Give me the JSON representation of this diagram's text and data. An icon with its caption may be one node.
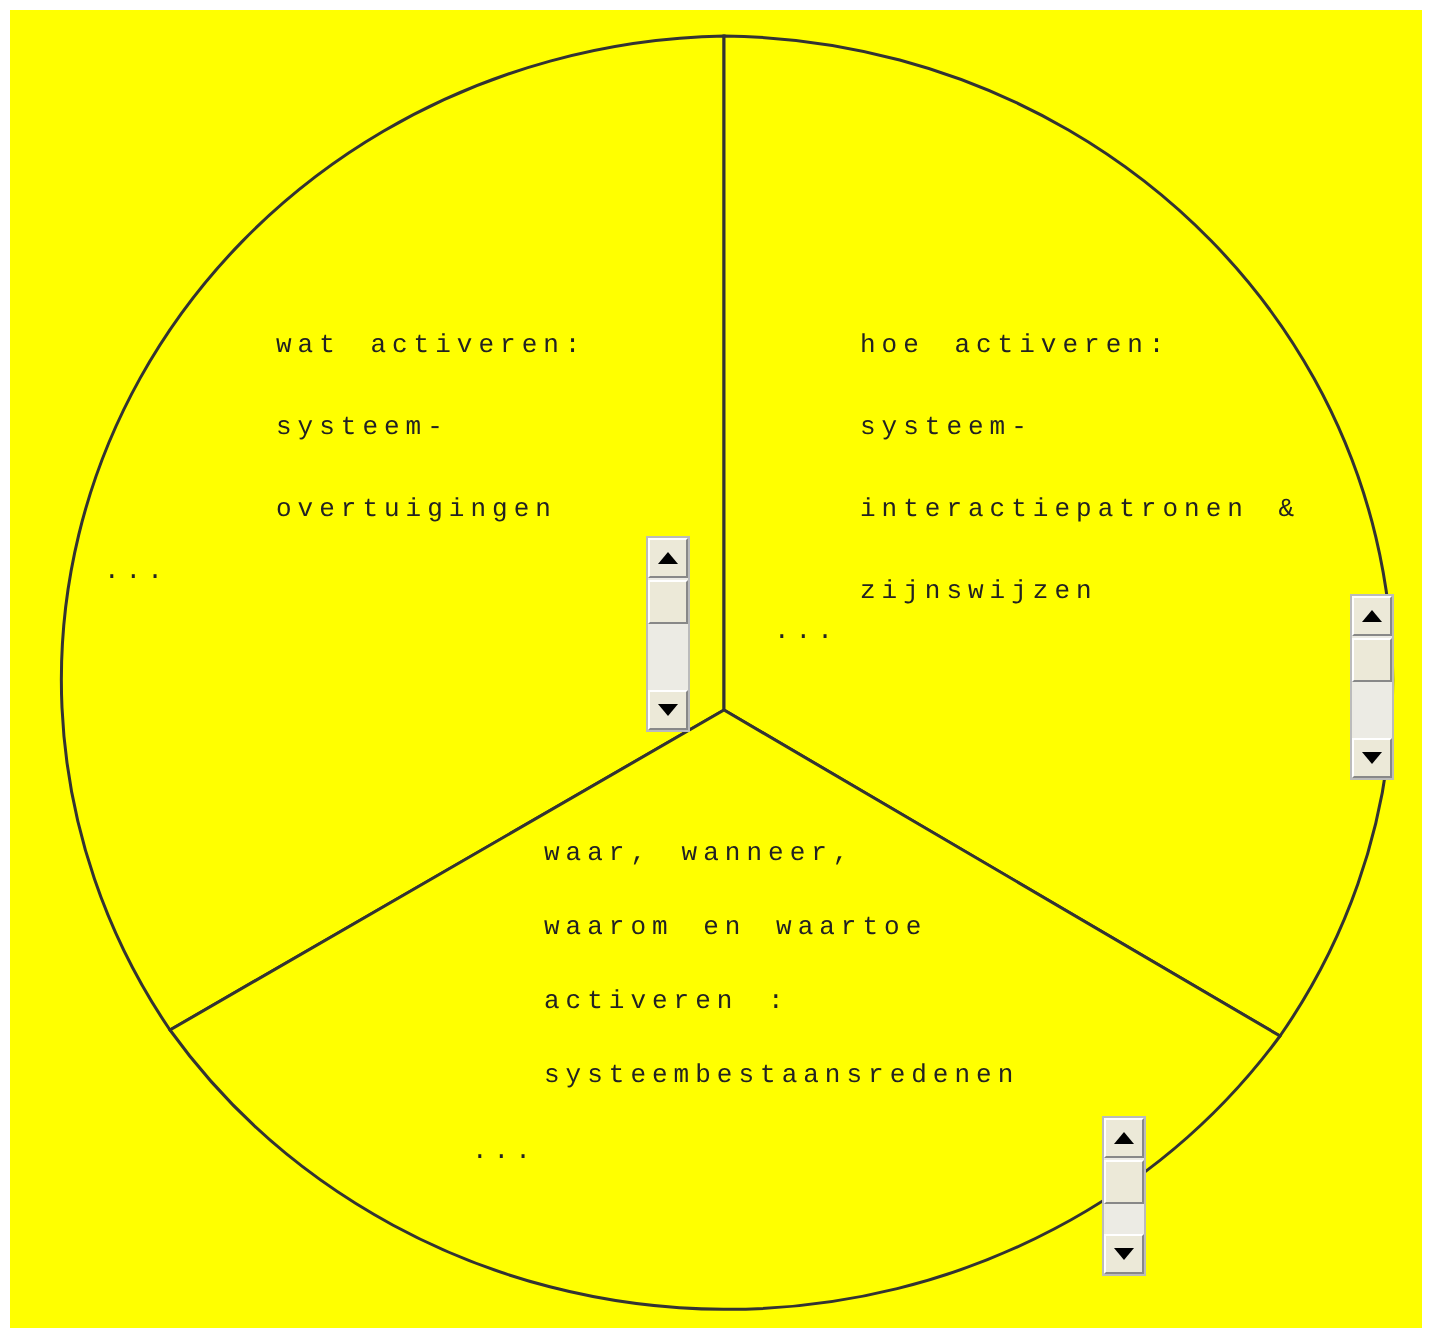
{
  "diagram": {
    "nodes": [
      {
        "text": [
          "wat activeren: systeem- overtuigingen",
          "..."
        ]
      },
      {
        "text": [
          "hoe activeren: systeem- interactiepatronen & zijnswijzen",
          "..."
        ]
      },
      {
        "text": [
          "waar, wanneer, waarom en waartoe activeren : systeembestaansredenen",
          "..."
        ]
      }
    ]
  }
}
